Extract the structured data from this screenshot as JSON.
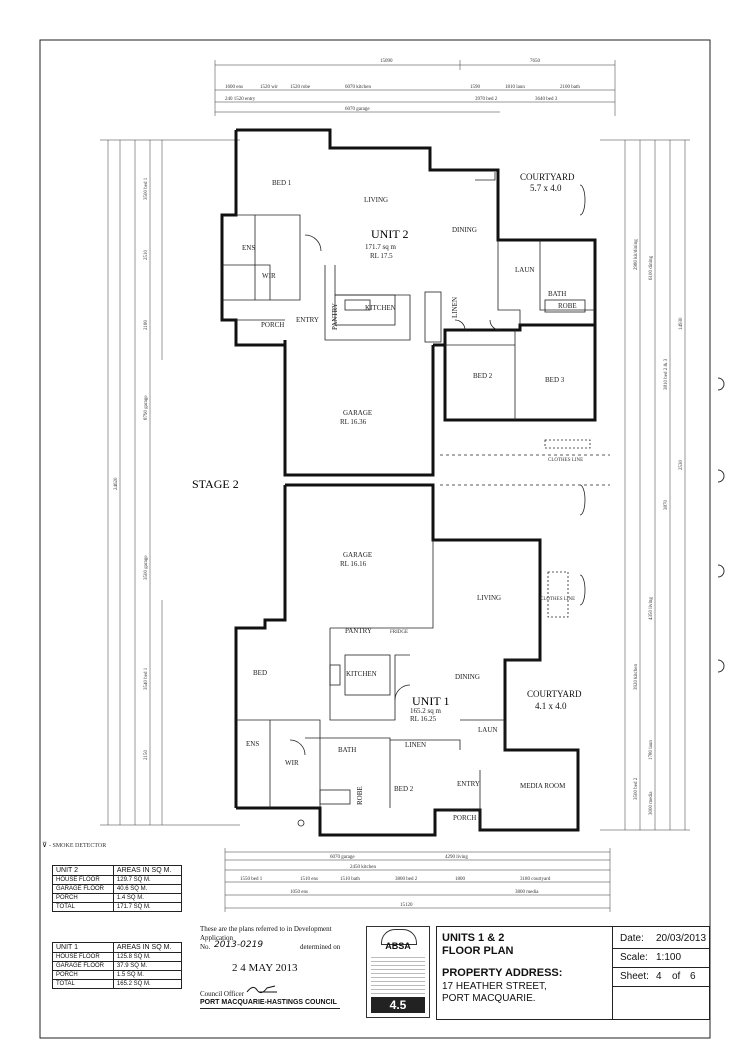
{
  "labels": {
    "unit2_title": "UNIT 2",
    "unit2_area": "171.7 sq m",
    "unit2_rl": "RL 17.5",
    "unit1_title": "UNIT 1",
    "unit1_area": "165.2 sq m",
    "unit1_rl": "RL 16.25",
    "stage": "STAGE 2",
    "courtyard_top": "COURTYARD",
    "courtyard_top_size": "5.7 x 4.0",
    "courtyard_bot": "COURTYARD",
    "courtyard_bot_size": "4.1 x 4.0",
    "garage_top": "GARAGE",
    "garage_top_rl": "RL 16.36",
    "garage_bot": "GARAGE",
    "garage_bot_rl": "RL 16.16",
    "clothes_line_top": "CLOTHES LINE",
    "clothes_line_bot": "CLOTHES LINE",
    "smoke": "- SMOKE DETECTOR",
    "rooms": {
      "bed1": "BED 1",
      "living_top": "LIVING",
      "dining_top": "DINING",
      "ens_top": "ENS",
      "wir_top": "WIR",
      "kitchen_top": "KITCHEN",
      "pantry_top": "PANTRY",
      "entry_top": "ENTRY",
      "porch_top": "PORCH",
      "laun_top": "LAUN",
      "bath_top": "BATH",
      "linen_top": "LINEN",
      "bed2_top": "BED 2",
      "bed3_top": "BED 3",
      "robe_top": "ROBE",
      "living_bot": "LIVING",
      "pantry_bot": "PANTRY",
      "fridge_bot": "FRIDGE",
      "kitchen_bot": "KITCHEN",
      "dining_bot": "DINING",
      "bed_bot": "BED",
      "ens_bot": "ENS",
      "wir_bot": "WIR",
      "bath_bot": "BATH",
      "robe_bot": "ROBE",
      "linen_bot": "LINEN",
      "bed2_bot": "BED 2",
      "entry_bot": "ENTRY",
      "laun_bot": "LAUN",
      "media_bot": "MEDIA ROOM",
      "porch_bot": "PORCH"
    }
  },
  "dims": {
    "top_total": "15090",
    "top_right": "7650",
    "top_row1": [
      "1600 ens",
      "1520 wir",
      "1520 robe",
      "6070 kitchen",
      "1590",
      "1810 laun",
      "2100 bath"
    ],
    "top_row2": [
      "240 1520 entry",
      "3970 bed 2",
      "3640 bed 3"
    ],
    "top_row3": [
      "6070 garage"
    ],
    "bottom_row1": [
      "6070 garage",
      "4290 living"
    ],
    "bottom_row2": [
      "2450 kitchen",
      "3180 courtyard"
    ],
    "bottom_row3": [
      "1550 bed 1",
      "1510 ens",
      "1510 bath",
      "3800 bed 2",
      "1800"
    ],
    "bottom_row4": [
      "1050 ens",
      "3800 media"
    ],
    "bottom_total": "15120",
    "left_labels": [
      "3500 bed 1",
      "2510",
      "2180",
      "8790 garage",
      "3500 garage",
      "24620",
      "3540 bed 1",
      "2150"
    ],
    "right_labels": [
      "2980 kit/dining",
      "6100 dining",
      "3810 bed 2 & 3",
      "2530",
      "3870",
      "4350 living",
      "3920 kitchen",
      "1780 laun",
      "3500 bed 2",
      "3000 media",
      "14930"
    ]
  },
  "areas_unit2": {
    "header": [
      "UNIT 2",
      "AREAS IN SQ M."
    ],
    "rows": [
      [
        "HOUSE FLOOR",
        "129.7 SQ M."
      ],
      [
        "GARAGE FLOOR",
        "40.6 SQ M."
      ],
      [
        "PORCH",
        "1.4 SQ M."
      ],
      [
        "TOTAL",
        "171.7 SQ M."
      ]
    ]
  },
  "areas_unit1": {
    "header": [
      "UNIT 1",
      "AREAS IN SQ M."
    ],
    "rows": [
      [
        "HOUSE FLOOR",
        "125.8 SQ M."
      ],
      [
        "GARAGE FLOOR",
        "37.9 SQ M."
      ],
      [
        "PORCH",
        "1.5 SQ M."
      ],
      [
        "TOTAL",
        "165.2 SQ M."
      ]
    ]
  },
  "council": {
    "line1": "These are the plans referred to in Development",
    "line2": "Application",
    "no_label": "No.",
    "no_value": "2013-0219",
    "determined": "determined on",
    "date_stamp": "2 4 MAY 2013",
    "officer": "Council Officer",
    "council_name": "PORT MACQUARIE-HASTINGS COUNCIL"
  },
  "absa": {
    "name": "ABSA",
    "rating": "4.5"
  },
  "title_block": {
    "title1": "UNITS 1 & 2",
    "title2": "FLOOR PLAN",
    "prop_label": "PROPERTY ADDRESS:",
    "addr1": "17 HEATHER STREET,",
    "addr2": "PORT MACQUARIE.",
    "date_label": "Date:",
    "date_value": "20/03/2013",
    "scale_label": "Scale:",
    "scale_value": "1:100",
    "sheet_label": "Sheet:",
    "sheet_value": "4",
    "sheet_of": "of",
    "sheet_total": "6"
  }
}
